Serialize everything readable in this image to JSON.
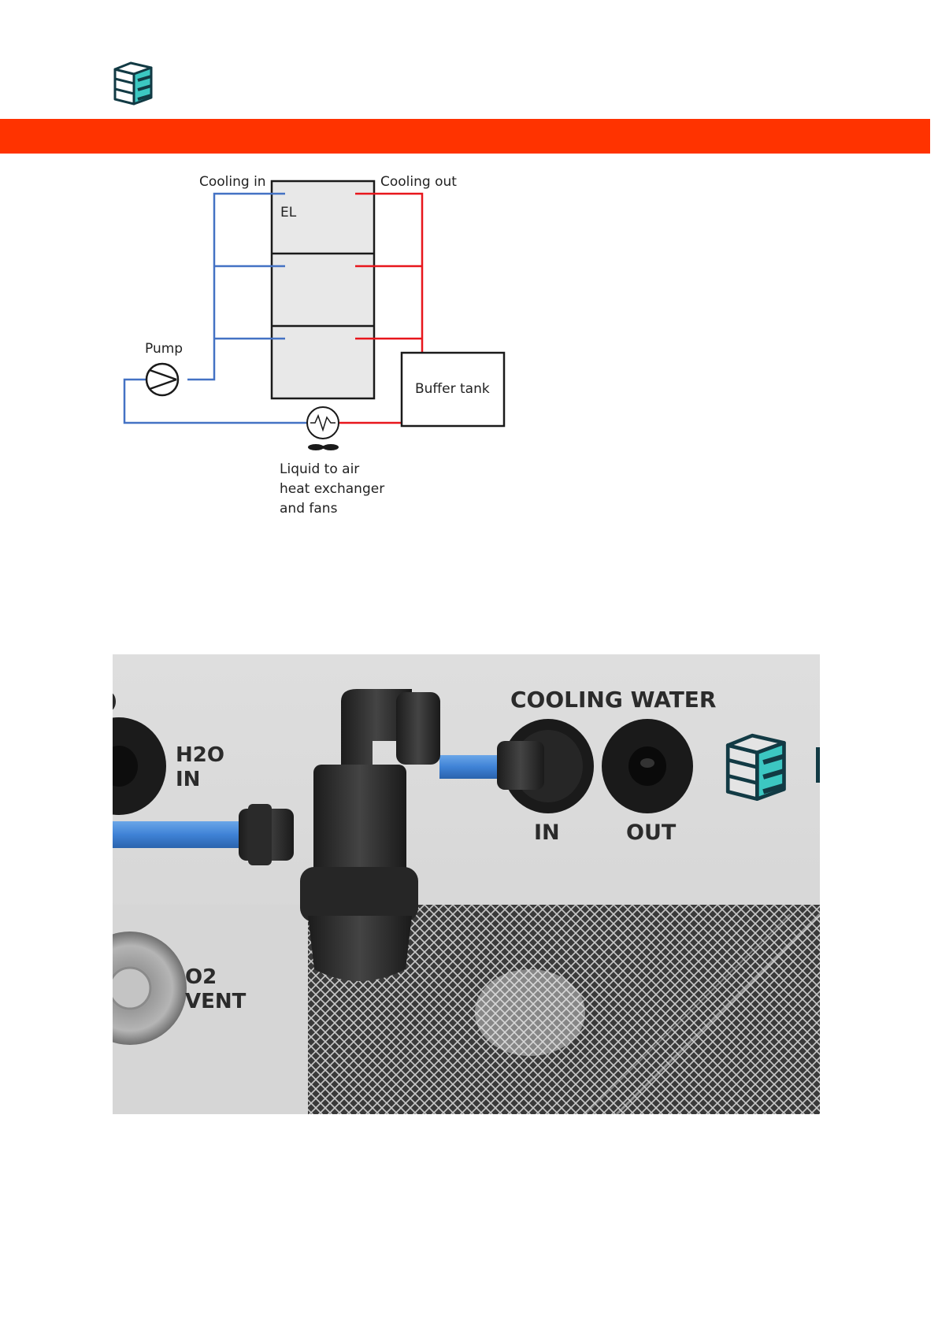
{
  "header": {
    "logo_icon": "company-cube-logo-icon",
    "banner_color": "#ff3300"
  },
  "diagram": {
    "cooling_in": "Cooling in",
    "cooling_out": "Cooling out",
    "el": "EL",
    "pump": "Pump",
    "buffer_tank": "Buffer tank",
    "hx_line1": "Liquid to air",
    "hx_line2": "heat exchanger",
    "hx_line3": "and fans",
    "cold_color": "#4472c4",
    "hot_color": "#e8161c"
  },
  "photo": {
    "cooling_water": "COOLING WATER",
    "h2o_line1": "H2O",
    "h2o_line2": "IN",
    "in": "IN",
    "out": "OUT",
    "o2_line1": "O2",
    "o2_line2": "VENT"
  }
}
